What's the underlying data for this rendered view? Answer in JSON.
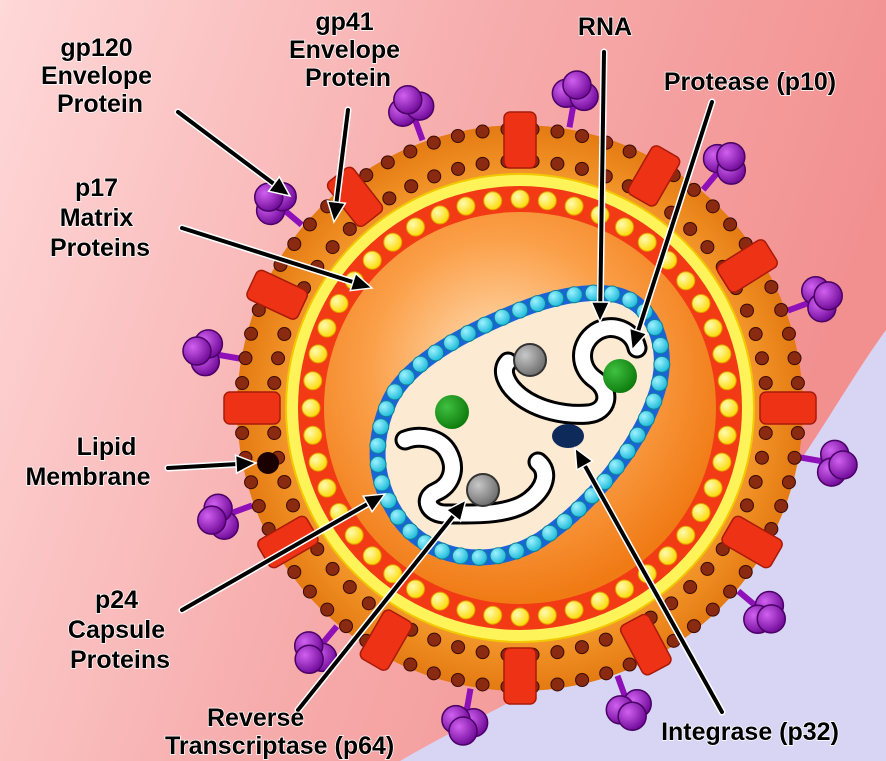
{
  "labels": {
    "gp120": [
      "gp120",
      "Envelope",
      "Protein"
    ],
    "gp41": [
      "gp41",
      "Envelope",
      "Protein"
    ],
    "rna": [
      "RNA"
    ],
    "protease": [
      "Protease (p10)"
    ],
    "p17": [
      "p17",
      "Matrix",
      "Proteins"
    ],
    "lipid": [
      "Lipid",
      "Membrane"
    ],
    "p24": [
      "p24",
      "Capsule",
      "Proteins"
    ],
    "rt": [
      "Reverse",
      "Transcriptase (p64)"
    ],
    "integrase": [
      "Integrase (p32)"
    ]
  },
  "colors": {
    "background_pink": "#f6b4b4",
    "background_lavender": "#d8d4f4",
    "envelope_orange": "#f08a1c",
    "membrane_bead": "#8a2a10",
    "spike_knob": "#8e10b8",
    "spike_stem": "#e8301a",
    "matrix_yellow": "#ffe600",
    "matrix_red": "#f23b14",
    "capsid_cyan": "#31d0e8",
    "capsid_blue": "#1b64d8",
    "protease_green": "#1a9a1a",
    "integrase_navy": "#0e2a5a",
    "rt_gray": "#8c8c8c"
  }
}
